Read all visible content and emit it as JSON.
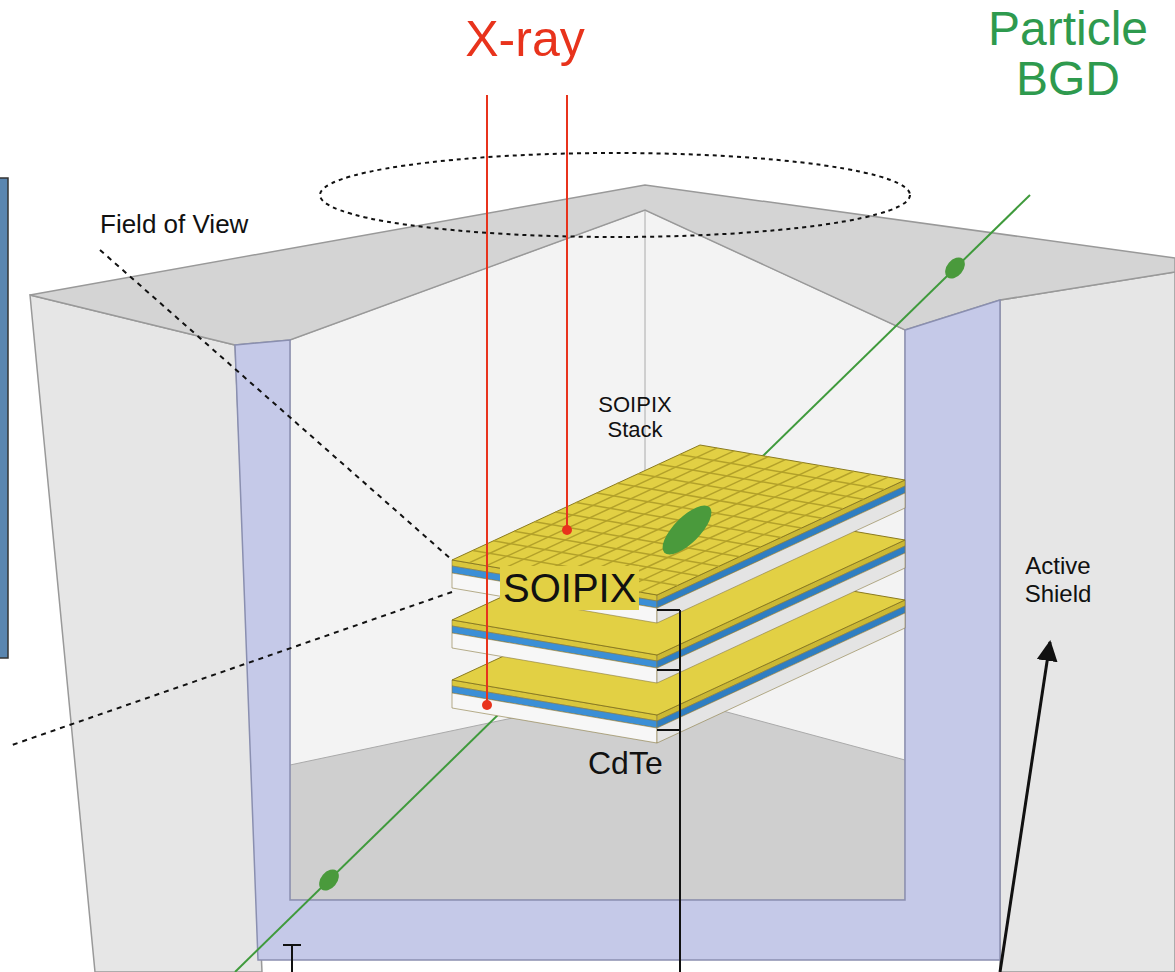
{
  "diagram": {
    "labels": [
      "X-ray",
      "Particle BGD",
      "Field of View",
      "SOIPIX Stack",
      "SOIPIX",
      "CdTe",
      "Active Shield"
    ]
  }
}
